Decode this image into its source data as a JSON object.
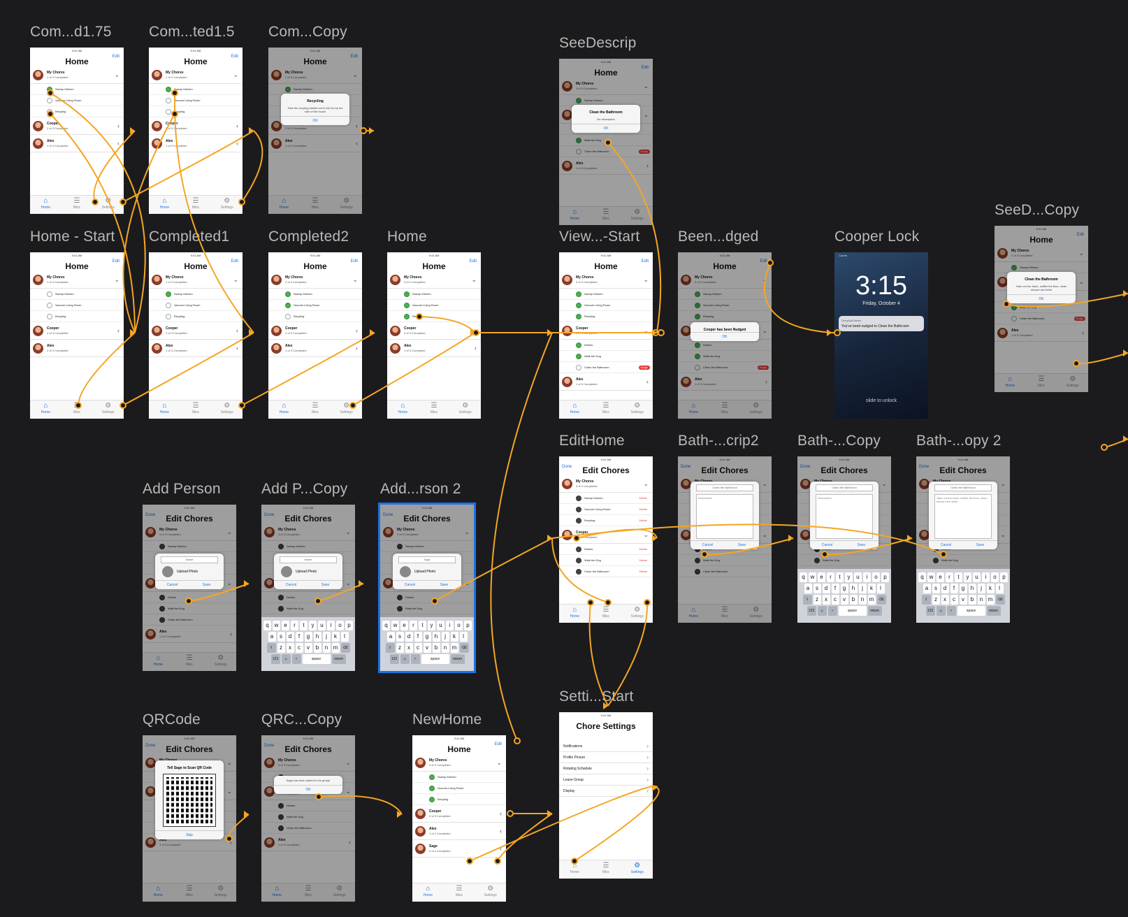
{
  "canvas": {
    "background": "#1b1b1d",
    "wire_color": "#f5a623",
    "selection_color": "#1a73e8"
  },
  "common": {
    "status": "9:41 AM",
    "edit": "Edit",
    "done": "Done",
    "home_title": "Home",
    "edit_chores_title": "Edit Chores",
    "my_chores": "My Chores",
    "cooper": "Cooper",
    "alex": "Alex",
    "sage": "Sage",
    "sweep": "Sweep Kitchen",
    "vacuum": "Vaccum Living Room",
    "recycling": "Recyling",
    "dishes": "Dishes",
    "walk_dog": "Walk the Dog",
    "clean_bath": "Clean the Bathroom",
    "delete": "Delete",
    "nudge": "Nudge",
    "tab_home": "Home",
    "tab_misc": "Misc",
    "tab_settings": "Settings",
    "c1of3": "1 of 3 Completed",
    "c2of3": "2 of 3 Completed",
    "c3of3": "3 of 3 Completed",
    "c0of3": "0 of 3 Completed",
    "c1of2": "1 of 2 Completed",
    "c0of0": "0 of 0 Completed"
  },
  "artboards": {
    "a1": "Com...d1.75",
    "a2": "Com...ted1.5",
    "a3": "Com...Copy",
    "a4": "SeeDescrip",
    "a5": "Home - Start",
    "a6": "Completed1",
    "a7": "Completed2",
    "a8": "Home",
    "a9": "View...-Start",
    "a10": "Been...dged",
    "a11": "Cooper Lock",
    "a12": "SeeD...Copy",
    "a13": "EditHome",
    "a14": "Bath-...crip2",
    "a15": "Bath-...Copy",
    "a16": "Bath-...opy 2",
    "a17": "Add Person",
    "a18": "Add P...Copy",
    "a19": "Add...rson 2",
    "a20": "Setti...Start",
    "a21": "QRCode",
    "a22": "QRC...Copy",
    "a23": "NewHome"
  },
  "modals": {
    "recycling_title": "Recycling",
    "recycling_body": "Take the recyling basket out to the bin by the side of the house",
    "ok": "OK",
    "clean_title": "Clean the Bathroom",
    "no_desc": "No description",
    "clean_body": "Take out the trash, swiffer the floor, clean shower and toilet",
    "nudged": "Cooper has been Nudged",
    "name_placeholder": "Name",
    "sage_value": "Sage",
    "upload_photo": "Upload Photo",
    "cancel": "Cancel",
    "save": "Save",
    "description": "Description",
    "clean_field": "Clean the Bathroom",
    "desc_typed": "Take out the trash, swiffer the floor, clean shower and toilet",
    "qr_title": "Tell Sage to Scan QR Code",
    "skip": "Skip",
    "sage_added": "Sage has been added to the group!"
  },
  "lock": {
    "carrier": "Carrier",
    "time": "3:15",
    "date": "Friday, October 4",
    "app": "DivvyUpChores",
    "now": "now",
    "message": "You've beed nudged to Clean the Bathroom",
    "unlock": "slide to unlock"
  },
  "settings": {
    "title": "Chore Settings",
    "rows": [
      "Notifications",
      "Profile Picture",
      "Rotating Schedule",
      "Leave Group",
      "Display"
    ]
  },
  "keyboard": {
    "row1": [
      "q",
      "w",
      "e",
      "r",
      "t",
      "y",
      "u",
      "i",
      "o",
      "p"
    ],
    "row2": [
      "a",
      "s",
      "d",
      "f",
      "g",
      "h",
      "j",
      "k",
      "l"
    ],
    "row3": [
      "z",
      "x",
      "c",
      "v",
      "b",
      "n",
      "m"
    ],
    "num": "123",
    "space": "space",
    "return": "return"
  }
}
